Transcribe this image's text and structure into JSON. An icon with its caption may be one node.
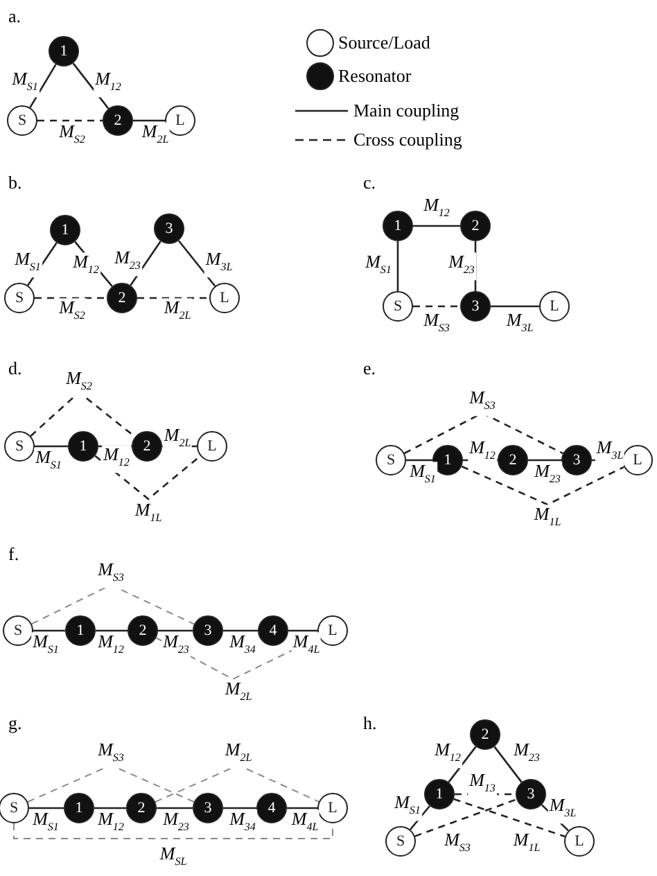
{
  "diagram": {
    "nodes": [
      {
        "text": [
          "S"
        ]
      },
      {
        "text": [
          "1"
        ]
      },
      {
        "text": [
          "2"
        ]
      },
      {
        "text": [
          "L"
        ]
      },
      {
        "text": [
          "S"
        ]
      },
      {
        "text": [
          "1"
        ]
      },
      {
        "text": [
          "2"
        ]
      },
      {
        "text": [
          "3"
        ]
      },
      {
        "text": [
          "L"
        ]
      },
      {
        "text": [
          "S"
        ]
      },
      {
        "text": [
          "1"
        ]
      },
      {
        "text": [
          "2"
        ]
      },
      {
        "text": [
          "3"
        ]
      },
      {
        "text": [
          "L"
        ]
      },
      {
        "text": [
          "S"
        ]
      },
      {
        "text": [
          "1"
        ]
      },
      {
        "text": [
          "2"
        ]
      },
      {
        "text": [
          "L"
        ]
      },
      {
        "text": [
          "S"
        ]
      },
      {
        "text": [
          "1"
        ]
      },
      {
        "text": [
          "2"
        ]
      },
      {
        "text": [
          "3"
        ]
      },
      {
        "text": [
          "L"
        ]
      },
      {
        "text": [
          "S"
        ]
      },
      {
        "text": [
          "1"
        ]
      },
      {
        "text": [
          "2"
        ]
      },
      {
        "text": [
          "3"
        ]
      },
      {
        "text": [
          "4"
        ]
      },
      {
        "text": [
          "L"
        ]
      },
      {
        "text": [
          "S"
        ]
      },
      {
        "text": [
          "1"
        ]
      },
      {
        "text": [
          "2"
        ]
      },
      {
        "text": [
          "3"
        ]
      },
      {
        "text": [
          "4"
        ]
      },
      {
        "text": [
          "L"
        ]
      },
      {
        "text": [
          "S"
        ]
      },
      {
        "text": [
          "1"
        ]
      },
      {
        "text": [
          "2"
        ]
      },
      {
        "text": [
          "3"
        ]
      },
      {
        "text": [
          "L"
        ]
      }
    ],
    "edges": [
      {
        "from": 0,
        "to": 1,
        "arrow": "none",
        "label": "M$_{S1}$"
      },
      {
        "from": 1,
        "to": 2,
        "arrow": "none",
        "label": "M$_{12}$"
      },
      {
        "from": 0,
        "to": 2,
        "arrow": "none",
        "label": "M$_{S2}$",
        "style": "dashed"
      },
      {
        "from": 2,
        "to": 3,
        "arrow": "none",
        "label": "M$_{2L}$"
      },
      {
        "from": 4,
        "to": 5,
        "arrow": "none",
        "label": "M$_{S1}$"
      },
      {
        "from": 5,
        "to": 6,
        "arrow": "none",
        "label": "M$_{12}$"
      },
      {
        "from": 6,
        "to": 7,
        "arrow": "none",
        "label": "M$_{23}$"
      },
      {
        "from": 7,
        "to": 8,
        "arrow": "none",
        "label": "M$_{3L}$"
      },
      {
        "from": 4,
        "to": 6,
        "arrow": "none",
        "label": "M$_{S2}$",
        "style": "dashed"
      },
      {
        "from": 6,
        "to": 8,
        "arrow": "none",
        "label": "M$_{2L}$",
        "style": "dashed"
      },
      {
        "from": 9,
        "to": 10,
        "arrow": "none",
        "label": "M$_{S1}$"
      },
      {
        "from": 10,
        "to": 11,
        "arrow": "none",
        "label": "M$_{12}$"
      },
      {
        "from": 11,
        "to": 12,
        "arrow": "none",
        "label": "M$_{23}$"
      },
      {
        "from": 12,
        "to": 13,
        "arrow": "none",
        "label": "M$_{3L}$"
      },
      {
        "from": 9,
        "to": 12,
        "arrow": "none",
        "label": "M$_{S3}$",
        "style": "dashed"
      },
      {
        "from": 14,
        "to": 15,
        "arrow": "none",
        "label": "M$_{S1}$"
      },
      {
        "from": 15,
        "to": 16,
        "arrow": "none",
        "label": "M$_{12}$"
      },
      {
        "from": 16,
        "to": 17,
        "arrow": "none",
        "label": "M$_{2L}$"
      },
      {
        "from": 14,
        "to": 16,
        "arrow": "none",
        "label": "M$_{S2}$",
        "style": "dashed"
      },
      {
        "from": 15,
        "to": 17,
        "arrow": "none",
        "label": "M$_{1L}$",
        "style": "dashed"
      },
      {
        "from": 18,
        "to": 19,
        "arrow": "none",
        "label": "M$_{S1}$"
      },
      {
        "from": 19,
        "to": 20,
        "arrow": "none",
        "label": "M$_{12}$"
      },
      {
        "from": 20,
        "to": 21,
        "arrow": "none",
        "label": "M$_{23}$"
      },
      {
        "from": 21,
        "to": 22,
        "arrow": "none",
        "label": "M$_{3L}$"
      },
      {
        "from": 18,
        "to": 21,
        "arrow": "none",
        "label": "M$_{S3}$",
        "style": "dashed"
      },
      {
        "from": 19,
        "to": 22,
        "arrow": "none",
        "label": "M$_{1L}$",
        "style": "dashed"
      },
      {
        "from": 23,
        "to": 24,
        "arrow": "none",
        "label": "M$_{S1}$"
      },
      {
        "from": 24,
        "to": 25,
        "arrow": "none",
        "label": "M$_{12}$"
      },
      {
        "from": 25,
        "to": 26,
        "arrow": "none",
        "label": "M$_{23}$"
      },
      {
        "from": 26,
        "to": 27,
        "arrow": "none",
        "label": "M$_{34}$"
      },
      {
        "from": 27,
        "to": 28,
        "arrow": "none",
        "label": "M$_{4L}$"
      },
      {
        "from": 23,
        "to": 26,
        "arrow": "none",
        "label": "M$_{S3}$",
        "style": "dashed",
        "color": "#888888"
      },
      {
        "from": 25,
        "to": 28,
        "arrow": "none",
        "label": "M$_{2L}$",
        "style": "dashed",
        "color": "#888888"
      },
      {
        "from": 29,
        "to": 30,
        "arrow": "none",
        "label": "M$_{S1}$"
      },
      {
        "from": 30,
        "to": 31,
        "arrow": "none",
        "label": "M$_{12}$"
      },
      {
        "from": 31,
        "to": 32,
        "arrow": "none",
        "label": "M$_{23}$"
      },
      {
        "from": 32,
        "to": 33,
        "arrow": "none",
        "label": "M$_{34}$"
      },
      {
        "from": 33,
        "to": 34,
        "arrow": "none",
        "label": "M$_{4L}$"
      },
      {
        "from": 29,
        "to": 32,
        "arrow": "none",
        "label": "M$_{S3}$",
        "style": "dashed",
        "color": "#888888"
      },
      {
        "from": 31,
        "to": 34,
        "arrow": "none",
        "label": "M$_{2L}$",
        "style": "dashed",
        "color": "#888888"
      },
      {
        "from": 29,
        "to": 34,
        "arrow": "none",
        "label": "M$_{SL}$",
        "style": "dashed",
        "color": "#888888"
      },
      {
        "from": 36,
        "to": 37,
        "arrow": "none",
        "label": "M$_{12}$"
      },
      {
        "from": 37,
        "to": 38,
        "arrow": "none",
        "label": "M$_{23}$"
      },
      {
        "from": 35,
        "to": 36,
        "arrow": "none",
        "label": "M$_{S1}$"
      },
      {
        "from": 38,
        "to": 39,
        "arrow": "none",
        "label": "M$_{3L}$"
      },
      {
        "from": 36,
        "to": 38,
        "arrow": "none",
        "label": "M$_{13}$",
        "style": "dashed"
      },
      {
        "from": 35,
        "to": 38,
        "arrow": "none",
        "label": "M$_{S3}$",
        "style": "dashed"
      },
      {
        "from": 36,
        "to": 39,
        "arrow": "none",
        "label": "M$_{1L}$",
        "style": "dashed"
      }
    ],
    "labels": [
      "a.",
      "b.",
      "c.",
      "d.",
      "e.",
      "f.",
      "g.",
      "h."
    ],
    "legend": [
      {
        "text": "Source/Load"
      },
      {
        "text": "Resonator"
      },
      {
        "text": "Main coupling"
      },
      {
        "text": "Cross coupling"
      }
    ]
  }
}
